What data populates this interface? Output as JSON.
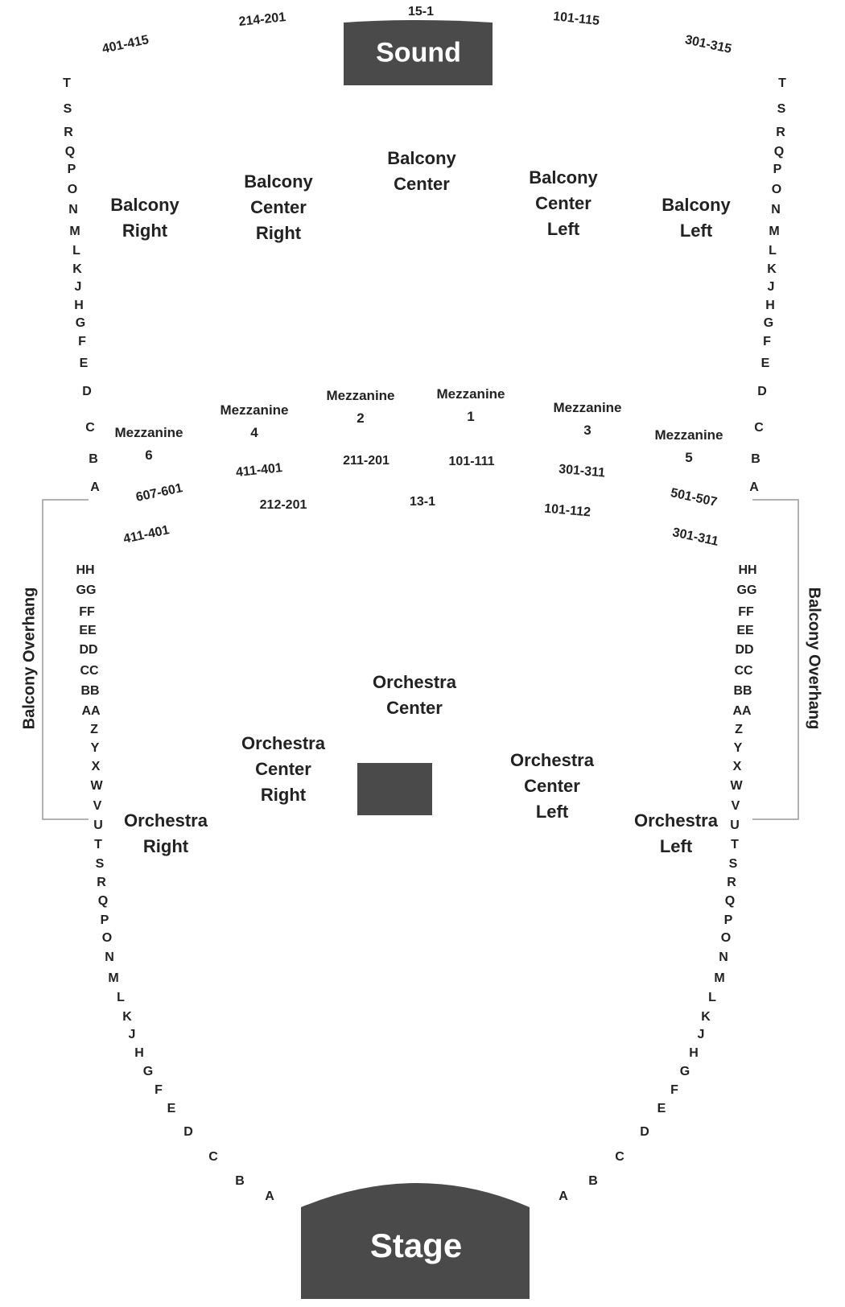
{
  "blocks": {
    "sound": "Sound",
    "stage": "Stage"
  },
  "colors": {
    "block": "#4a4a4a",
    "text": "#222222",
    "line": "#999999"
  },
  "sections": {
    "balcony_right": [
      "Balcony",
      "Right"
    ],
    "balcony_center_right": [
      "Balcony",
      "Center",
      "Right"
    ],
    "balcony_center": [
      "Balcony",
      "Center"
    ],
    "balcony_center_left": [
      "Balcony",
      "Center",
      "Left"
    ],
    "balcony_left": [
      "Balcony",
      "Left"
    ],
    "mezz_6": [
      "Mezzanine",
      "6"
    ],
    "mezz_4": [
      "Mezzanine",
      "4"
    ],
    "mezz_2": [
      "Mezzanine",
      "2"
    ],
    "mezz_1": [
      "Mezzanine",
      "1"
    ],
    "mezz_3": [
      "Mezzanine",
      "3"
    ],
    "mezz_5": [
      "Mezzanine",
      "5"
    ],
    "orch_center": [
      "Orchestra",
      "Center"
    ],
    "orch_center_right": [
      "Orchestra",
      "Center",
      "Right"
    ],
    "orch_center_left": [
      "Orchestra",
      "Center",
      "Left"
    ],
    "orch_right": [
      "Orchestra",
      "Right"
    ],
    "orch_left": [
      "Orchestra",
      "Left"
    ]
  },
  "overhang": {
    "left": "Balcony Overhang",
    "right": "Balcony Overhang"
  },
  "seat_ranges": {
    "balcony_top": [
      "401-415",
      "214-201",
      "15-1",
      "101-115",
      "301-315"
    ],
    "mezz_front": [
      "607-601",
      "411-401",
      "211-201",
      "101-111",
      "301-311",
      "501-507"
    ],
    "orch_back": [
      "411-401",
      "212-201",
      "13-1",
      "101-112",
      "301-311"
    ]
  },
  "rows": {
    "balcony": [
      "T",
      "S",
      "R",
      "Q",
      "P",
      "O",
      "N",
      "M",
      "L",
      "K",
      "J",
      "H",
      "G",
      "F",
      "E",
      "D",
      "C",
      "B",
      "A"
    ],
    "orchestra": [
      "HH",
      "GG",
      "FF",
      "EE",
      "DD",
      "CC",
      "BB",
      "AA",
      "Z",
      "Y",
      "X",
      "W",
      "V",
      "U",
      "T",
      "S",
      "R",
      "Q",
      "P",
      "O",
      "N",
      "M",
      "L",
      "K",
      "J",
      "H",
      "G",
      "F",
      "E",
      "D",
      "C",
      "B",
      "A"
    ]
  }
}
